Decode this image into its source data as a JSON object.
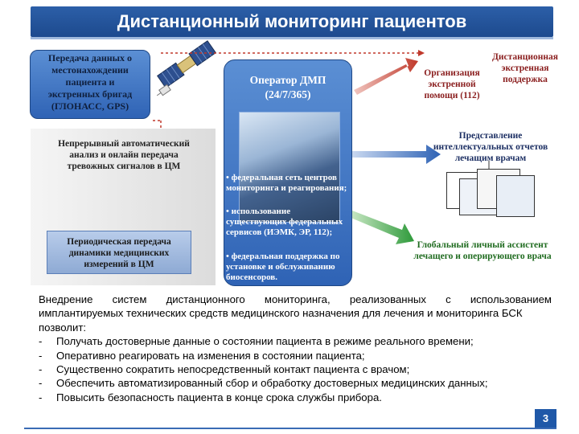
{
  "title": "Дистанционный мониторинг пациентов",
  "gps_box": {
    "lines": [
      "Передача данных о",
      "местонахождении",
      "пациента и",
      "экстренных бригад",
      "(ГЛОНАСС, GPS)"
    ]
  },
  "operator": {
    "title_lines": [
      "Оператор ДМП",
      "(24/7/365)"
    ],
    "list": [
      "• федеральная сеть центров мониторинга и реагирования;",
      "• использование существующих федеральных сервисов (ИЭМК, ЭР, 112);",
      "• федеральная поддержка по установке и обслуживанию биосенсоров."
    ]
  },
  "ecg": {
    "text_lines": [
      "Непрерывный автоматический",
      "анализ и онлайн передача",
      "тревожных сигналов в ЦМ"
    ],
    "periodic_lines": [
      "Периодическая передача",
      "динамики медицинских",
      "измерений в ЦМ"
    ]
  },
  "right": {
    "emergency_org": [
      "Организация",
      "экстренной",
      "помощи (112)"
    ],
    "remote_support": [
      "Дистанционная",
      "экстренная",
      "поддержка"
    ],
    "reports": [
      "Представление",
      "интеллектуальных отчетов",
      "лечащим врачам"
    ],
    "assistant": [
      "Глобальный личный ассистент",
      "лечащего и оперирующего врача"
    ]
  },
  "body": {
    "intro": "Внедрение систем дистанционного мониторинга, реализованных с использованием",
    "intro2": "имплантируемых технических средств медицинского назначения для лечения и мониторинга БСК позволит:",
    "bullets": [
      "Получать достоверные данные о состоянии пациента в режиме реального времени;",
      "Оперативно реагировать на изменения в состоянии пациента;",
      "Существенно сократить непосредственный контакт пациента с врачом;",
      "Обеспечить автоматизированный сбор и обработку достоверных медицинских данных;",
      "Повысить безопасность пациента в конце срока службы прибора."
    ],
    "dash": "-"
  },
  "page_number": "3",
  "colors": {
    "title_bg": "#1d4a8e",
    "red_arrow": "#c0392b",
    "green_arrow": "#2e9a3a",
    "blue_arrow": "#2f63b5"
  }
}
